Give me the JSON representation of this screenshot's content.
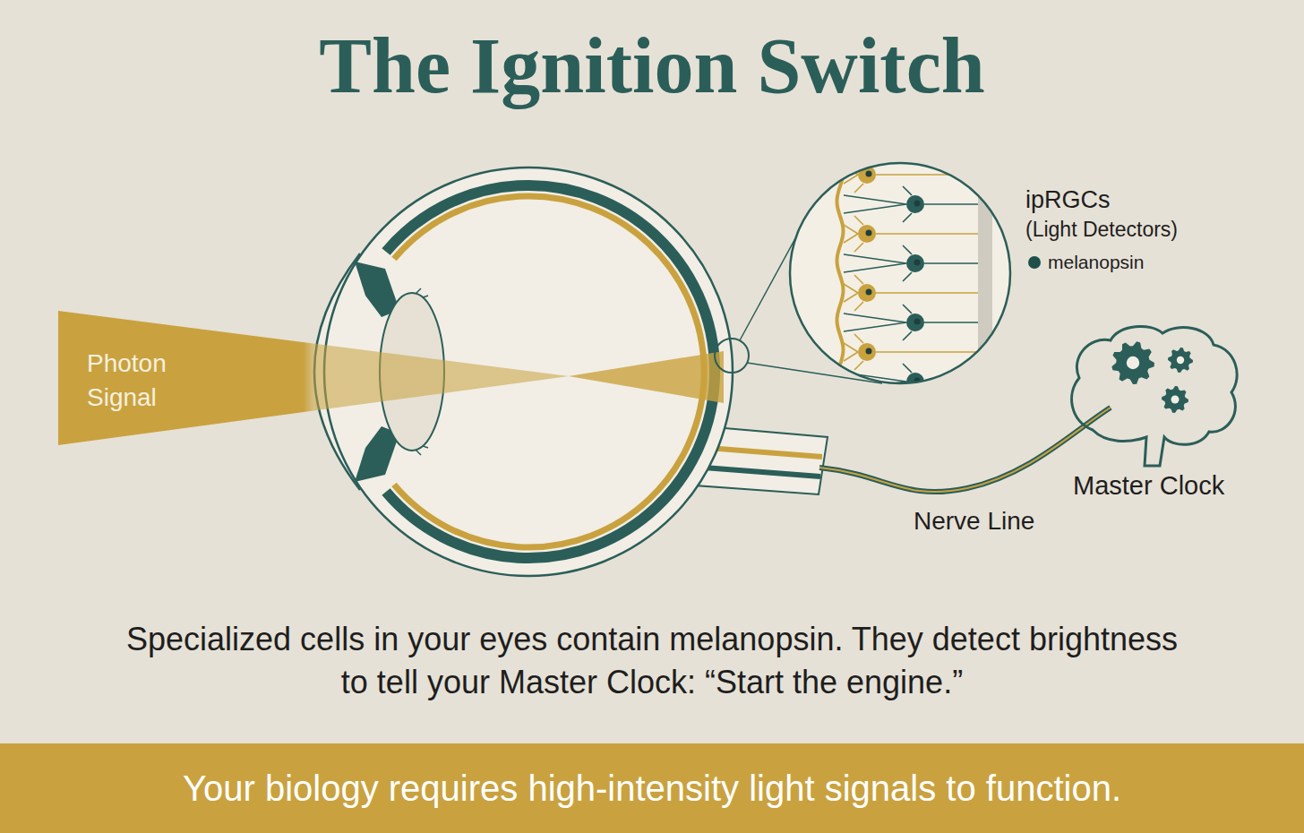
{
  "diagram": {
    "title": "The Ignition Switch",
    "caption": "Specialized cells in your eyes contain melanopsin. They detect brightness to tell your Master Clock: “Start the engine.”",
    "nodes": [
      {
        "text": [
          "Photon Signal"
        ]
      },
      {
        "text": [
          "ipRGCs",
          "(Light Detectors)"
        ]
      },
      {
        "text": [
          "Master Clock"
        ]
      },
      {
        "text": [
          "Your biology requires high-intensity light signals to function."
        ]
      }
    ],
    "labels": [
      "Nerve Line"
    ],
    "legend": [
      {
        "text": "melanopsin",
        "color": "#1f4f4b"
      }
    ]
  }
}
